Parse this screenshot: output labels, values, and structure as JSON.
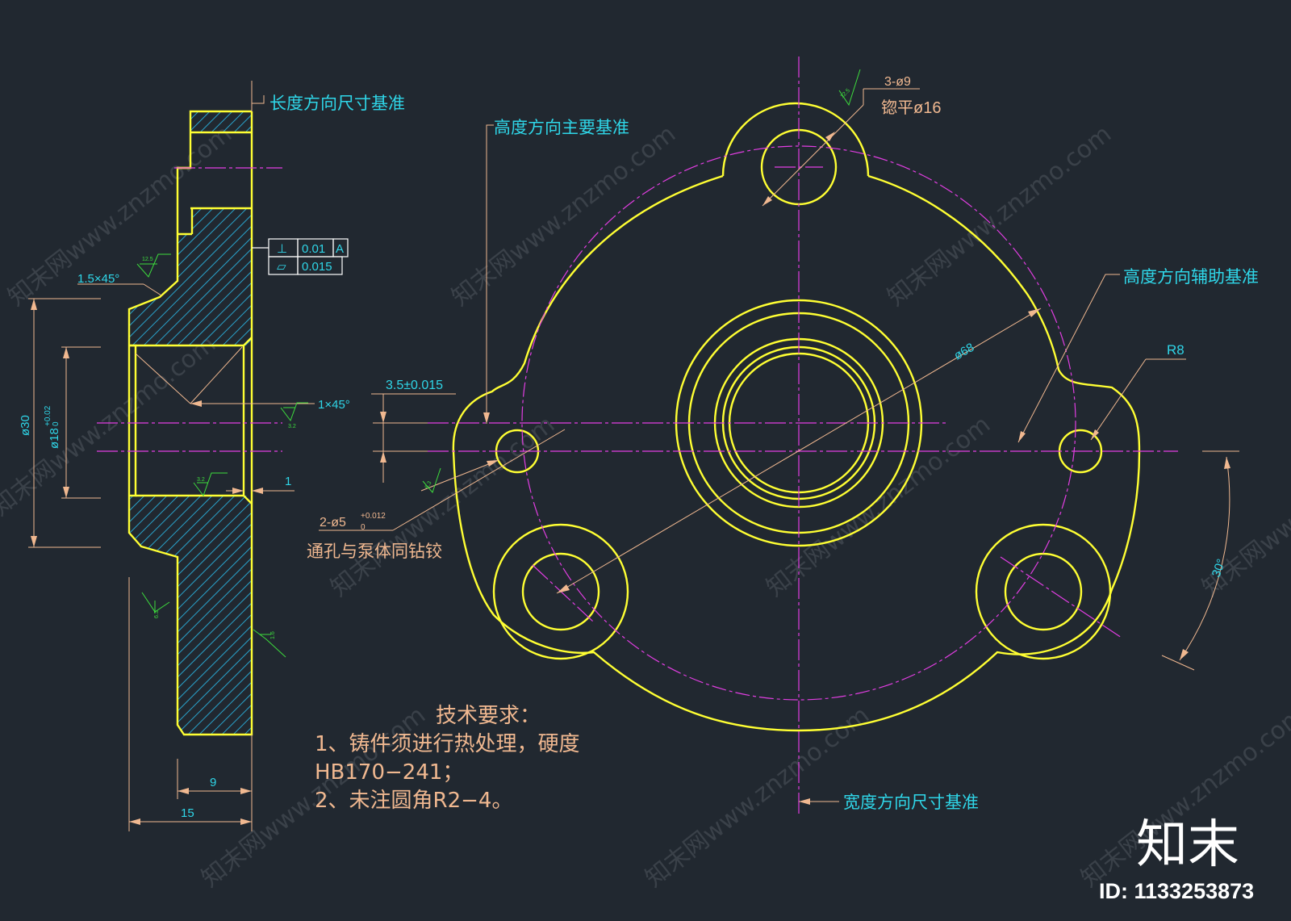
{
  "labels": {
    "length_datum": "长度方向尺寸基准",
    "height_main_datum": "高度方向主要基准",
    "height_aux_datum": "高度方向辅助基准",
    "width_datum": "宽度方向尺寸基准"
  },
  "dimensions": {
    "chamfer_small": "1.5×45°",
    "chamfer_bore": "1×45°",
    "dia_outer": "ø30",
    "dia_bore": "ø18",
    "dia_bore_tol_upper": "+0.02",
    "dia_bore_tol_lower": "0",
    "step_one": "1",
    "thick_9": "9",
    "thick_15": "15",
    "offset": "3.5±0.015",
    "pin_holes": "2-ø5",
    "pin_holes_tol_upper": "+0.012",
    "pin_holes_tol_lower": "0",
    "pin_note": "通孔与泵体同钻铰",
    "bolt_holes": "3-ø9",
    "spotface": "锪平ø16",
    "bolt_circle": "ø68",
    "radius": "R8",
    "angle": "30°"
  },
  "tolerance_frames": [
    {
      "symbol": "⊥",
      "value": "0.01",
      "datum": "A"
    },
    {
      "symbol": "▱",
      "value": "0.015",
      "datum": ""
    }
  ],
  "roughness": [
    "12.5",
    "12.5",
    "3.2",
    "3.2",
    "6.3",
    "6.3",
    "1.6",
    "12.5"
  ],
  "requirements": {
    "title": "技术要求：",
    "line1": "1、铸件须进行热处理，硬度",
    "line2": "HB170−241；",
    "line3": "2、未注圆角R2−4。"
  },
  "watermark": {
    "text": "知末网www.znzmo.com",
    "brand": "知末",
    "id": "ID: 1133253873"
  },
  "colors": {
    "background": "#212830",
    "outline": "#ffff33",
    "center_line": "#e23ee2",
    "dimension": "#f0b890",
    "annotation": "#2fd6e8",
    "roughness_symbol": "#3ddc3d"
  }
}
